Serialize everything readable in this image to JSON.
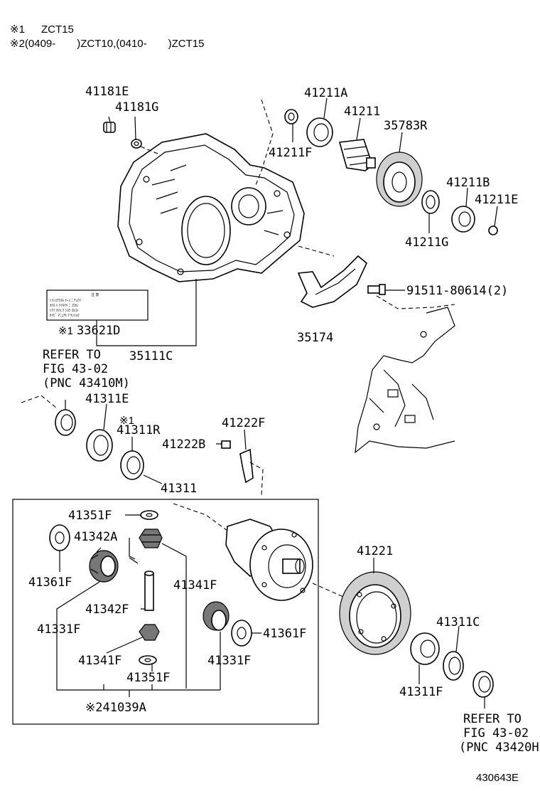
{
  "notes": {
    "note1_mark": "※1",
    "note1_text": "ZCT15",
    "note2_text": "※2(0409-　　)ZCT10,(0410-　　)ZCT15"
  },
  "labels": {
    "p41181E": "41181E",
    "p41181G": "41181G",
    "p41211A": "41211A",
    "p41211": "41211",
    "p35783R": "35783R",
    "p41211F": "41211F",
    "p41211B": "41211B",
    "p41211E": "41211E",
    "p41211G": "41211G",
    "p91511": "91511-80614(2)",
    "p33621D_mark": "※1",
    "p33621D": "33621D",
    "p35111C": "35111C",
    "p35174": "35174",
    "refer1_l1": "REFER TO",
    "refer1_l2": "FIG 43-02",
    "refer1_l3": "(PNC 43410M)",
    "p41311E": "41311E",
    "p41311R_mark": "※1",
    "p41311R": "41311R",
    "p41222F": "41222F",
    "p41222B": "41222B",
    "p41311": "41311",
    "p41351F_a": "41351F",
    "p41342A": "41342A",
    "p41361F_a": "41361F",
    "p41341F_a": "41341F",
    "p41342F": "41342F",
    "p41331F_a": "41331F",
    "p41361F_b": "41361F",
    "p41341F_b": "41341F",
    "p41331F_b": "41331F",
    "p41351F_b": "41351F",
    "p41039A": "※241039A",
    "p41221": "41221",
    "p41311C": "41311C",
    "p41311F": "41311F",
    "refer2_l1": "REFER TO",
    "refer2_l2": "FIG 43-02",
    "refer2_l3": "(PNC 43420H)",
    "diagram_code": "430643E"
  },
  "caution_label": {
    "title": "注 意",
    "lines": [
      "ﾄﾗﾝｽｱｸｽﾙ ｹｰｽ ﾆ ﾁｭｳｲ",
      "ｵｲﾙ ﾊ ﾃｲｷﾃｷ ﾆ ｺｳｶﾝ",
      "ｼﾃｲ ｵｲﾙ ｦ ｼﾖｳ ｽﾙｺﾄ",
      "ｾｲﾋﾞ ﾏﾆｭｱﾙ ｦ ｻﾝｼｮｳ"
    ]
  }
}
